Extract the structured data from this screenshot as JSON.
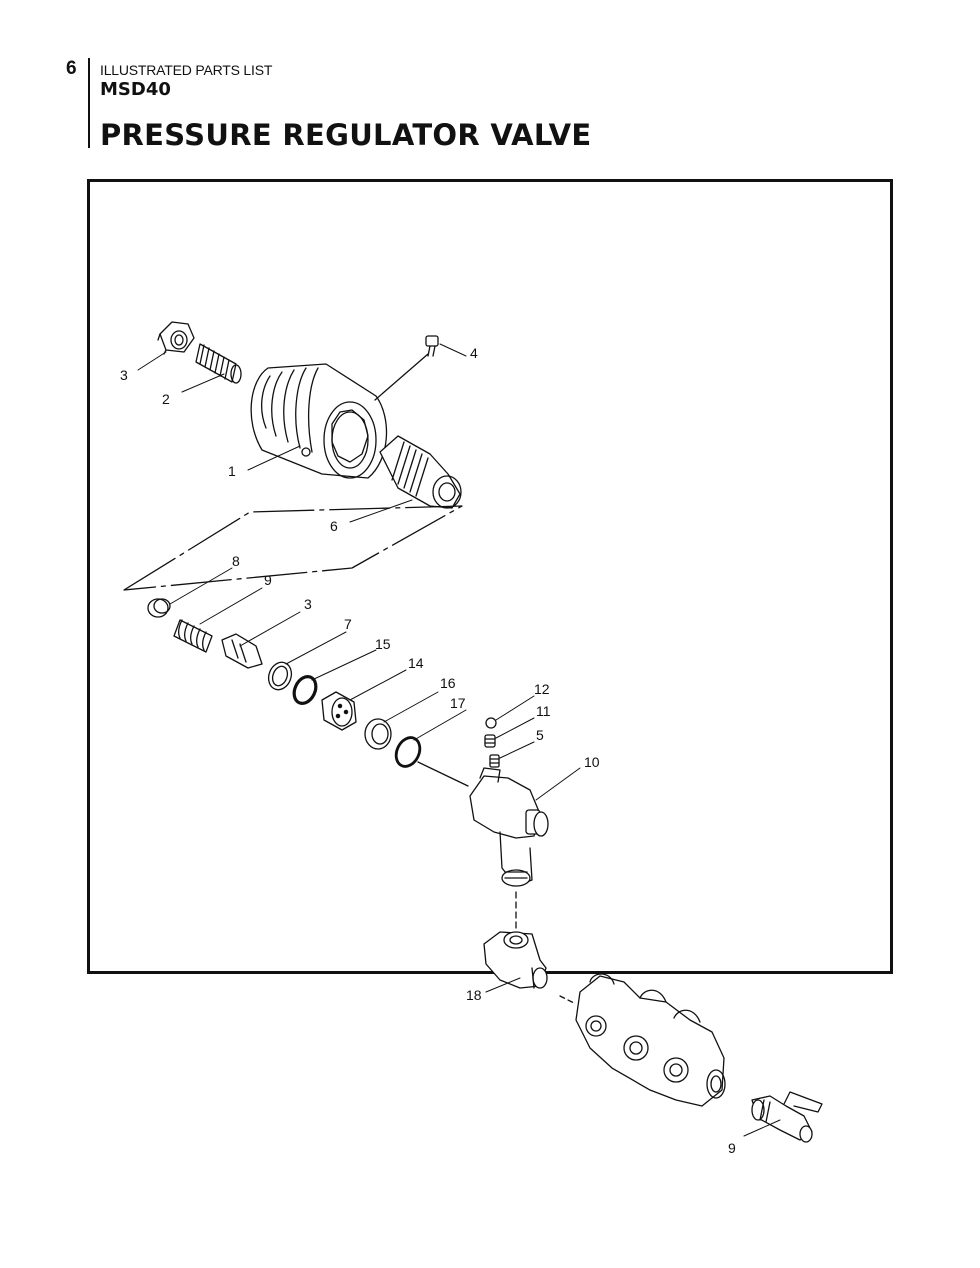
{
  "header": {
    "page_number": "6",
    "subtitle": "ILLUSTRATED PARTS LIST",
    "model": "MSD40",
    "title": "PRESSURE REGULATOR VALVE"
  },
  "diagram": {
    "callouts": [
      {
        "id": "callout-3-top",
        "label": "3"
      },
      {
        "id": "callout-2",
        "label": "2"
      },
      {
        "id": "callout-4",
        "label": "4"
      },
      {
        "id": "callout-1",
        "label": "1"
      },
      {
        "id": "callout-6",
        "label": "6"
      },
      {
        "id": "callout-8",
        "label": "8"
      },
      {
        "id": "callout-9-top",
        "label": "9"
      },
      {
        "id": "callout-3-mid",
        "label": "3"
      },
      {
        "id": "callout-7",
        "label": "7"
      },
      {
        "id": "callout-15",
        "label": "15"
      },
      {
        "id": "callout-14",
        "label": "14"
      },
      {
        "id": "callout-16",
        "label": "16"
      },
      {
        "id": "callout-17",
        "label": "17"
      },
      {
        "id": "callout-12",
        "label": "12"
      },
      {
        "id": "callout-11",
        "label": "11"
      },
      {
        "id": "callout-5",
        "label": "5"
      },
      {
        "id": "callout-10",
        "label": "10"
      },
      {
        "id": "callout-18",
        "label": "18"
      },
      {
        "id": "callout-9-bottom",
        "label": "9"
      }
    ]
  }
}
